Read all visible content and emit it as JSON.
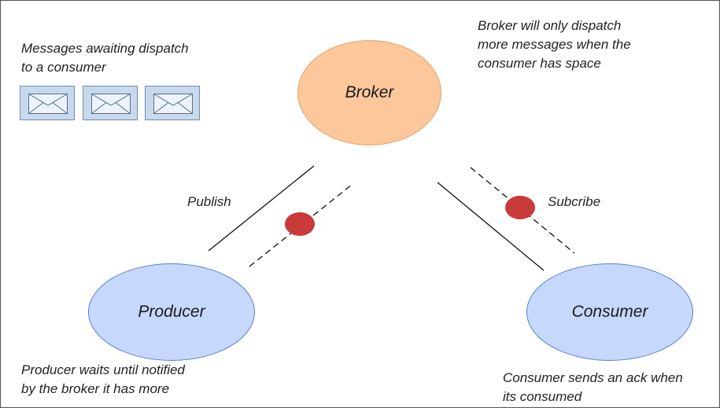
{
  "notes": {
    "queue": [
      "Messages awaiting dispatch",
      "to a consumer"
    ],
    "broker": [
      "Broker will only dispatch",
      "more messages when the",
      "consumer has space"
    ],
    "producer": [
      "Producer waits until notified",
      "by the broker it has more"
    ],
    "consumer": [
      "Consumer sends an ack when",
      "its consumed"
    ]
  },
  "nodes": {
    "broker": {
      "label": "Broker",
      "fill": "#fcc79b",
      "stroke": "#e2a36f"
    },
    "producer": {
      "label": "Producer",
      "fill": "#c6d8fb",
      "stroke": "#5a7fcf"
    },
    "consumer": {
      "label": "Consumer",
      "fill": "#c6d8fb",
      "stroke": "#5a7fcf"
    }
  },
  "edges": {
    "publish": {
      "label": "Publish"
    },
    "subscribe": {
      "label": "Subcribe"
    }
  },
  "queue": {
    "envelopes": 3,
    "envelope_fill": "#c9d9ec",
    "envelope_stroke": "#6d8fb3"
  },
  "colors": {
    "marker": "#c93a3a",
    "line": "#111111"
  }
}
